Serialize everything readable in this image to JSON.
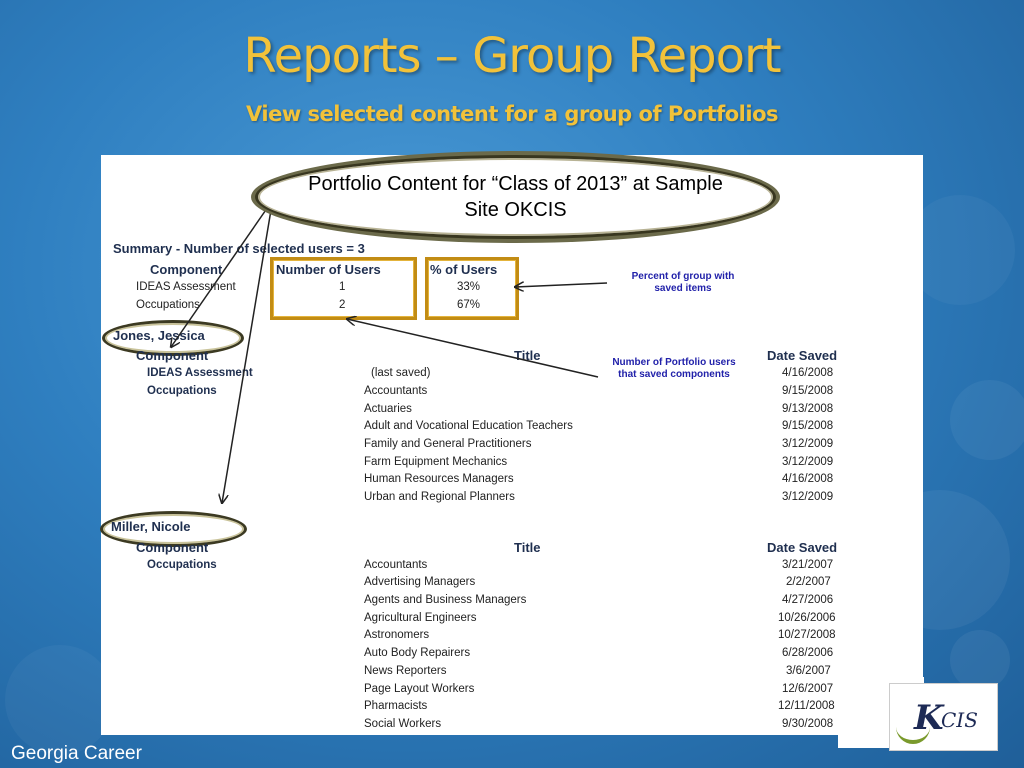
{
  "slide": {
    "title": "Reports – Group Report",
    "subtitle": "View selected content for a group of Portfolios",
    "footer": "Georgia Career"
  },
  "callout": {
    "heading": "Portfolio Content for “Class of 2013” at Sample Site OKCIS",
    "percent_note": "Percent of group with saved items",
    "users_note": "Number of Portfolio users that saved components"
  },
  "summary": {
    "heading": "Summary - Number of selected users = 3",
    "col_component": "Component",
    "col_number": "Number of Users",
    "col_percent": "% of Users",
    "rows": [
      {
        "component": "IDEAS Assessment",
        "number": "1",
        "percent": "33%"
      },
      {
        "component": "Occupations",
        "number": "2",
        "percent": "67%"
      }
    ]
  },
  "users": [
    {
      "name": "Jones, Jessica",
      "col_component": "Component",
      "col_title": "Title",
      "col_date": "Date Saved",
      "rows": [
        {
          "component": "IDEAS Assessment",
          "title": "(last saved)",
          "date": "4/16/2008"
        },
        {
          "component": "Occupations",
          "title": "Accountants",
          "date": "9/15/2008"
        },
        {
          "component": "",
          "title": "Actuaries",
          "date": "9/13/2008"
        },
        {
          "component": "",
          "title": "Adult and Vocational Education Teachers",
          "date": "9/15/2008"
        },
        {
          "component": "",
          "title": "Family and General Practitioners",
          "date": "3/12/2009"
        },
        {
          "component": "",
          "title": "Farm Equipment Mechanics",
          "date": "3/12/2009"
        },
        {
          "component": "",
          "title": "Human Resources Managers",
          "date": "4/16/2008"
        },
        {
          "component": "",
          "title": "Urban and Regional Planners",
          "date": "3/12/2009"
        }
      ]
    },
    {
      "name": "Miller, Nicole",
      "col_component": "Component",
      "col_title": "Title",
      "col_date": "Date Saved",
      "rows": [
        {
          "component": "Occupations",
          "title": "Accountants",
          "date": "3/21/2007"
        },
        {
          "component": "",
          "title": "Advertising Managers",
          "date": "2/2/2007"
        },
        {
          "component": "",
          "title": "Agents and Business Managers",
          "date": "4/27/2006"
        },
        {
          "component": "",
          "title": "Agricultural Engineers",
          "date": "10/26/2006"
        },
        {
          "component": "",
          "title": "Astronomers",
          "date": "10/27/2008"
        },
        {
          "component": "",
          "title": "Auto Body Repairers",
          "date": "6/28/2006"
        },
        {
          "component": "",
          "title": "News Reporters",
          "date": "3/6/2007"
        },
        {
          "component": "",
          "title": "Page Layout Workers",
          "date": "12/6/2007"
        },
        {
          "component": "",
          "title": "Pharmacists",
          "date": "12/11/2008"
        },
        {
          "component": "",
          "title": "Social Workers",
          "date": "9/30/2008"
        }
      ]
    }
  ],
  "logo": {
    "text_k": "K",
    "text_cis": "CIS"
  },
  "colors": {
    "title": "#f2c23a",
    "background": "#2f7fc0",
    "highlight_box": "#c28c14",
    "note_text": "#2222aa"
  }
}
